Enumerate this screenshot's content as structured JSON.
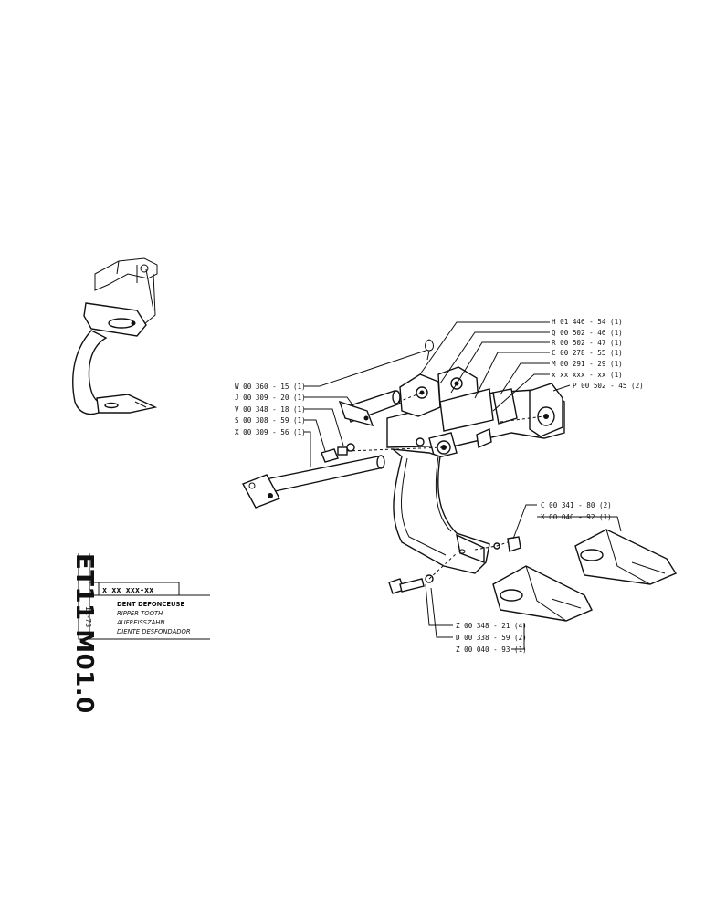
{
  "title_block": {
    "reference": "ET11 M01.0",
    "date_code": "11-73",
    "part_code": "x xx xxx-xx",
    "desc_fr": "DENT DEFONCEUSE",
    "desc_en": "RIPPER TOOTH",
    "desc_de": "AUFREISSZAHN",
    "desc_es": "DIENTE DESFONDADOR"
  },
  "labels_right": [
    "H 01 446 - 54 (1)",
    "Q 00 502 - 46 (1)",
    "R 00 502 - 47 (1)",
    "C 00 278 - 55 (1)",
    "M 00 291 - 29 (1)",
    "x xx xxx - xx (1)",
    "P 00 502 - 45 (2)"
  ],
  "labels_left": [
    "W 00 360 - 15 (1)",
    "J 00 309 - 20 (1)",
    "V 00 348 - 18 (1)",
    "S 00 308 - 59 (1)",
    "X 00 309 - 56 (1)"
  ],
  "labels_tip": [
    "C 00 341 - 80 (2)",
    "X 00 040 - 92 (1)"
  ],
  "labels_bottom": [
    "Z 00 348 - 21 (4)",
    "D 00 338 - 59 (2)",
    "Z 00 040 - 93 (1)"
  ]
}
